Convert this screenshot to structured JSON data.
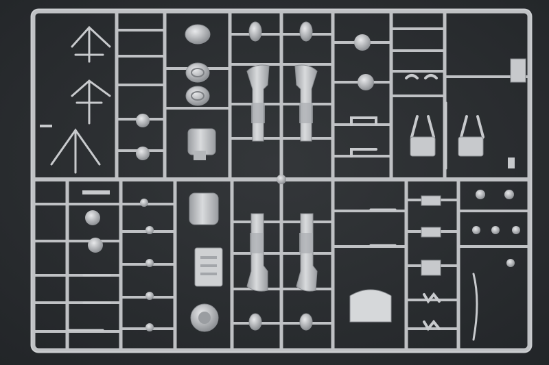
{
  "image": {
    "subject": "plastic-model-kit-sprue",
    "colors": {
      "background": "#2e3134",
      "background_dark": "#24272a",
      "sprue": "#bfc1c4",
      "sprue_shadow": "#8e9195",
      "sprue_highlight": "#e6e7e9",
      "part_dark": "#9a9da1"
    },
    "regions": [
      "upper-left-bay",
      "upper-center-bay",
      "upper-right-bay",
      "lower-left-bay",
      "lower-center-bay",
      "lower-right-bay"
    ],
    "parts": [
      "bipod-frame",
      "round-hatch",
      "engine-nozzle-upper-left",
      "engine-nozzle-upper-right",
      "sphere-part",
      "bracket-part",
      "engine-block",
      "gearbox-part",
      "engine-nozzle-lower-left",
      "engine-nozzle-lower-right",
      "cowling-part",
      "rod-part"
    ]
  }
}
